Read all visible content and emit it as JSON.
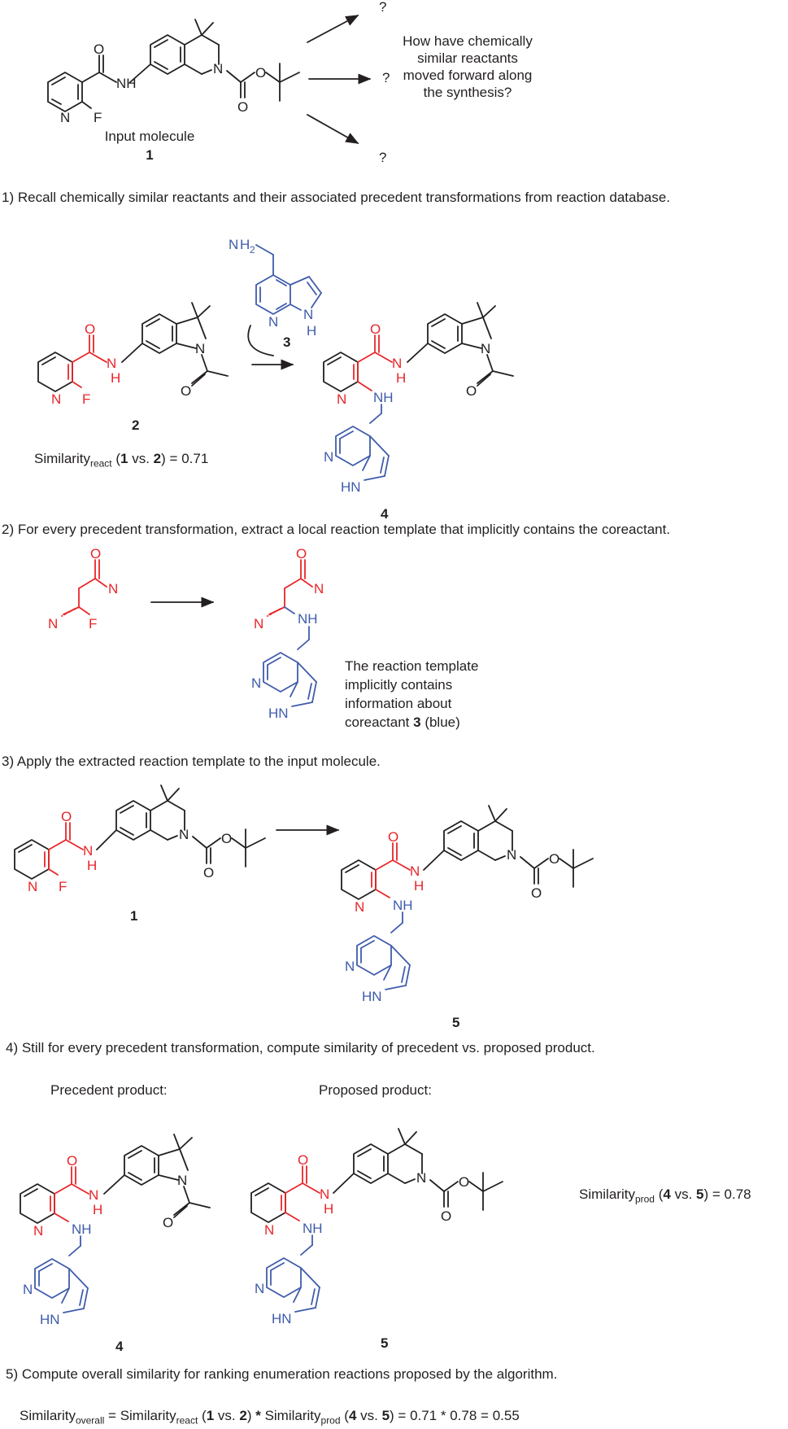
{
  "colors": {
    "template_red": "#e8262a",
    "coreactant_blue": "#3f5cab",
    "text": "#231f20"
  },
  "header": {
    "input_caption": "Input molecule",
    "input_number": "1",
    "question": [
      "How have chemically",
      "similar reactants",
      "moved forward along",
      "the synthesis?"
    ],
    "unknown_mark": "?"
  },
  "steps": {
    "step1": "1) Recall chemically similar reactants and their associated precedent transformations from reaction database.",
    "step2": "2) For every precedent transformation, extract a local reaction template that implicitly contains the coreactant.",
    "step3": "3) Apply the extracted reaction template to the input molecule.",
    "step4": "4) Still for every precedent transformation, compute similarity of precedent vs. proposed product.",
    "step5": "5) Compute overall similarity for ranking enumeration reactions proposed by the algorithm."
  },
  "compound_labels": {
    "c1": "1",
    "c2": "2",
    "c3": "3",
    "c4": "4",
    "c5": "5"
  },
  "atoms": {
    "N": "N",
    "F": "F",
    "O": "O",
    "H": "H",
    "NH": "NH",
    "HN": "HN",
    "H2": "H",
    "two": "2"
  },
  "similarity_react": {
    "prefix": "Similarity",
    "sub": "react",
    "open": " (",
    "a": "1",
    "vs": " vs. ",
    "b": "2",
    "close": ") = ",
    "value": "0.71"
  },
  "template_note": [
    "The reaction template",
    "implicitly contains",
    "information about",
    "coreactant"
  ],
  "template_note_suffix": " (blue)",
  "template_note_number": "3",
  "precedent_title": "Precedent product:",
  "proposed_title": "Proposed product:",
  "similarity_prod": {
    "prefix": "Similarity",
    "sub": "prod",
    "open": " (",
    "a": "4",
    "vs": " vs. ",
    "b": "5",
    "close": ") = ",
    "value": "0.78"
  },
  "overall": {
    "prefix": "Similarity",
    "sub_overall": "overall",
    "eq": " = ",
    "react": "Similarity",
    "sub_react": "react",
    "r_open": " (",
    "r_a": "1",
    "r_vs": " vs. ",
    "r_b": "2",
    "r_close": ") ",
    "times": "*",
    "prod": " Similarity",
    "sub_prod": "prod",
    "p_open": " (",
    "p_a": "4",
    "p_vs": " vs. ",
    "p_b": "5",
    "result": ") = 0.71 * 0.78 = 0.55"
  }
}
